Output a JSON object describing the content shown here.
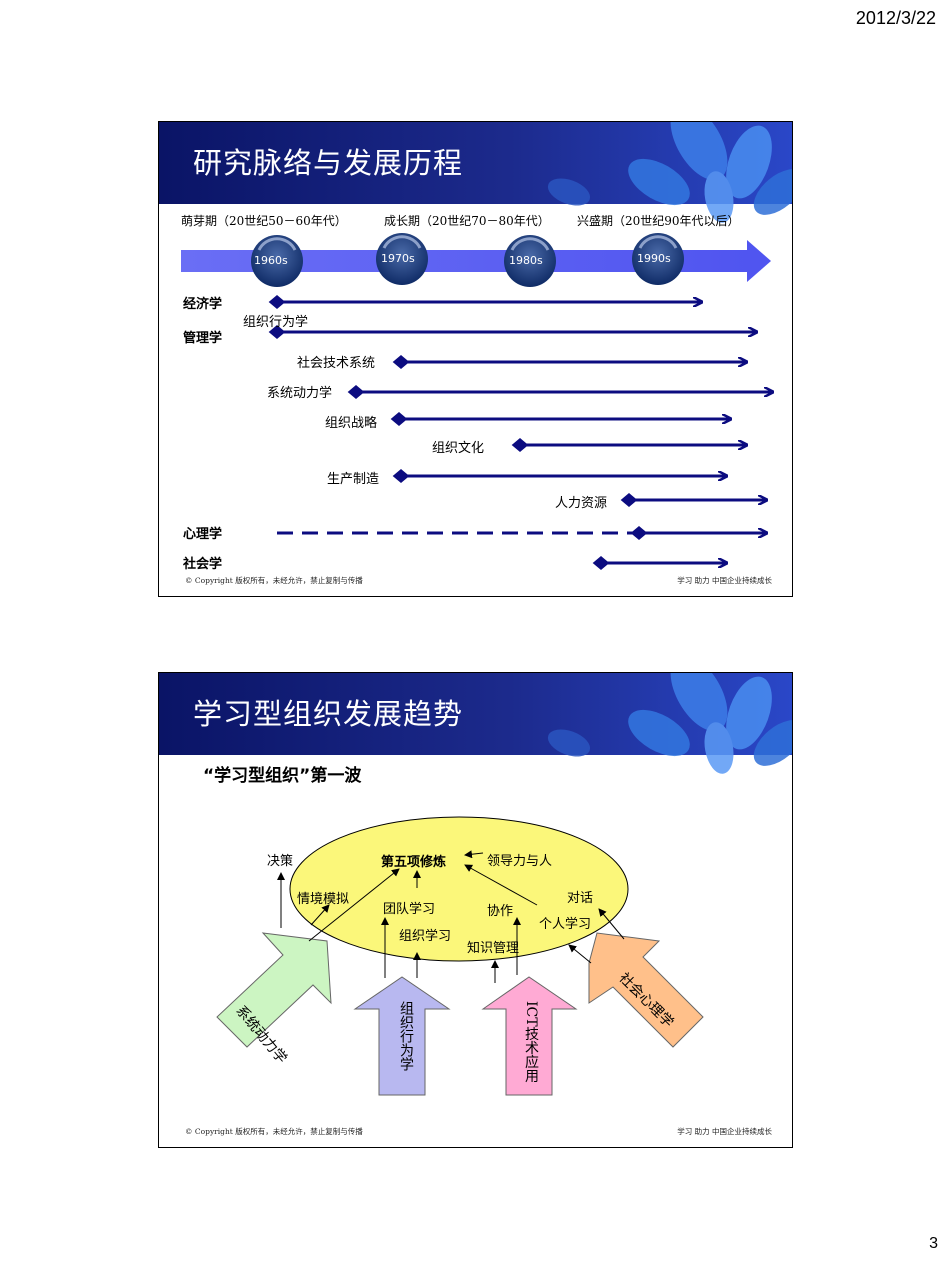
{
  "page": {
    "date": "2012/3/22",
    "number": "3"
  },
  "footer": {
    "left": "© Copyright 版权所有，未经允许，禁止复制与传播",
    "right": "学习 助力 中国企业持续成长"
  },
  "slide1": {
    "title": "研究脉络与发展历程",
    "periods": [
      "萌芽期（20世纪50－60年代）",
      "成长期（20世纪70－80年代）",
      "兴盛期（20世纪90年代以后）"
    ],
    "decades": [
      "1960s",
      "1970s",
      "1980s",
      "1990s"
    ],
    "disciplines": [
      "经济学",
      "管理学",
      "心理学",
      "社会学"
    ],
    "subfields": [
      "组织行为学",
      "社会技术系统",
      "系统动力学",
      "组织战略",
      "组织文化",
      "生产制造",
      "人力资源"
    ]
  },
  "slide2": {
    "title": "学习型组织发展趋势",
    "subtitle": "“学习型组织”第一波",
    "center": "第五项修炼",
    "nodes": {
      "decision": "决策",
      "scenario": "情境模拟",
      "team_learning": "团队学习",
      "org_learning": "组织学习",
      "collaboration": "协作",
      "knowledge_mgmt": "知识管理",
      "leadership": "领导力与人",
      "dialogue": "对话",
      "personal_learning": "个人学习"
    },
    "arrows": {
      "system_dynamics": "系统动力学",
      "org_behavior": "组织行为学",
      "ict": "ICT技术应用",
      "social_psych": "社会心理学"
    },
    "colors": {
      "system_dynamics": "#ccf5c2",
      "org_behavior": "#b8b8f0",
      "ict": "#ffaad4",
      "social_psych": "#ffc08a",
      "ellipse": "#fbf77a"
    }
  }
}
